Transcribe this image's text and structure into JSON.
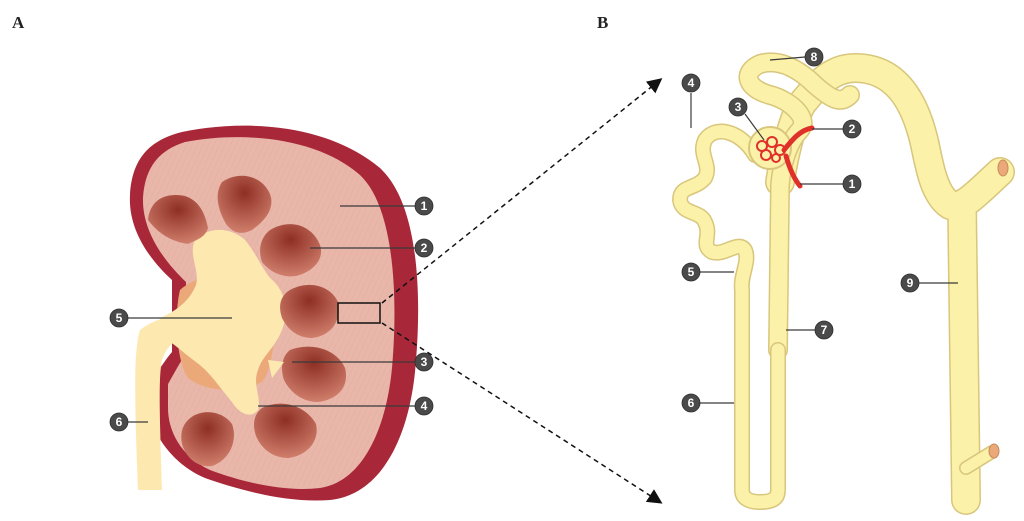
{
  "panels": {
    "a_label": "A",
    "b_label": "B"
  },
  "kidney_callouts": [
    "1",
    "2",
    "3",
    "4",
    "5",
    "6"
  ],
  "nephron_callouts": [
    "1",
    "2",
    "3",
    "4",
    "5",
    "6",
    "7",
    "8",
    "9"
  ],
  "colors": {
    "capsule": "#a8283a",
    "cortex": "#e9b7aa",
    "pyramid": "#b2493a",
    "pelvis": "#fde9b0",
    "fat": "#eba97a",
    "tubule": "#fbf1a8",
    "tubule_edge": "#d8c67c",
    "vessel": "#e0302a",
    "badge": "#4a4a4a"
  }
}
